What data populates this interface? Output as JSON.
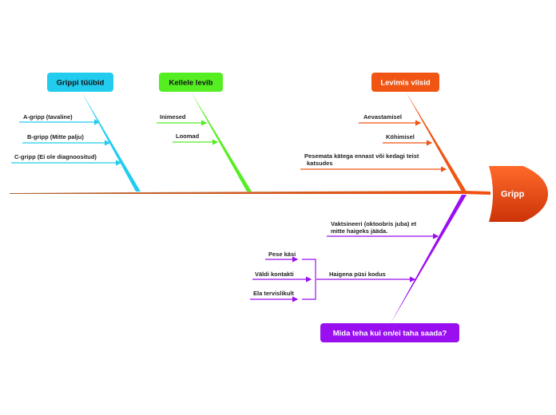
{
  "head": {
    "label": "Gripp",
    "color": "#e8450f"
  },
  "spine": {
    "color": "#e8520f"
  },
  "categories": [
    {
      "key": "types",
      "label": "Grippi tüübid",
      "color": "#22ccee",
      "text_color": "#111111",
      "causes": [
        "A-gripp (tavaline)",
        "B-gripp (Mitte palju)",
        "C-gripp (Ei ole diagnoositud)"
      ]
    },
    {
      "key": "who",
      "label": "Kellele levib",
      "color": "#55ee22",
      "text_color": "#111111",
      "causes": [
        "Inimesed",
        "Loomad"
      ]
    },
    {
      "key": "spread",
      "label": "Levimis viisid",
      "color": "#f05514",
      "text_color": "#ffffff",
      "causes": [
        "Aevastamisel",
        "Köhimisel",
        "Pesemata kätega ennast või kedagi teist",
        "katsudes"
      ]
    },
    {
      "key": "todo",
      "label": "Mida teha kui on/ei taha saada?",
      "color": "#9a0ff0",
      "text_color": "#ffffff",
      "causes": [
        "Vaktsineeri (oktoobris juba) et",
        "mitte haigeks jääda.",
        "Haigena püsi kodus"
      ],
      "subcauses": [
        "Pese käsi",
        "Väldi kontakti",
        "Ela tervislikult"
      ]
    }
  ]
}
